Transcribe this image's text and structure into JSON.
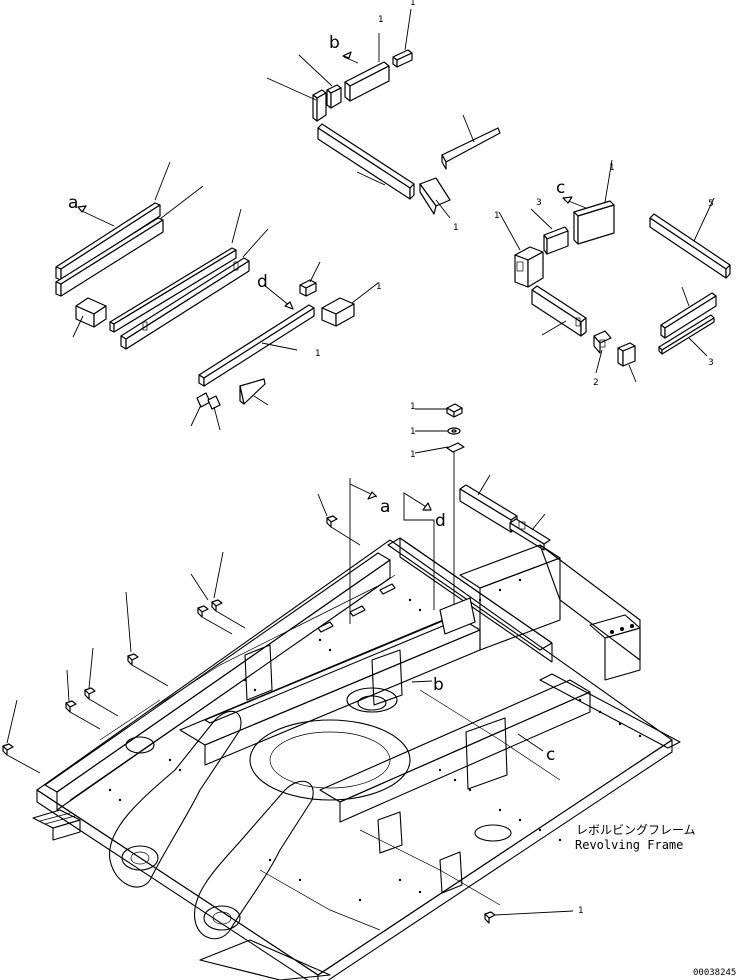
{
  "callouts": {
    "a": "a",
    "b": "b",
    "c": "c",
    "d": "d"
  },
  "frame_label": {
    "japanese": "レボルビングフレーム",
    "english": "Revolving Frame"
  },
  "drawing_number": "00038245",
  "item_ticks": {
    "t1": "1",
    "t2": "1",
    "t3": "1",
    "t4": "1",
    "t5": "1",
    "t6": "1",
    "t7": "3",
    "t8": "5",
    "t9": "1",
    "t10": "2",
    "t11": "3",
    "t12": "1",
    "t13": "1",
    "t14": "1",
    "t15": "1"
  }
}
